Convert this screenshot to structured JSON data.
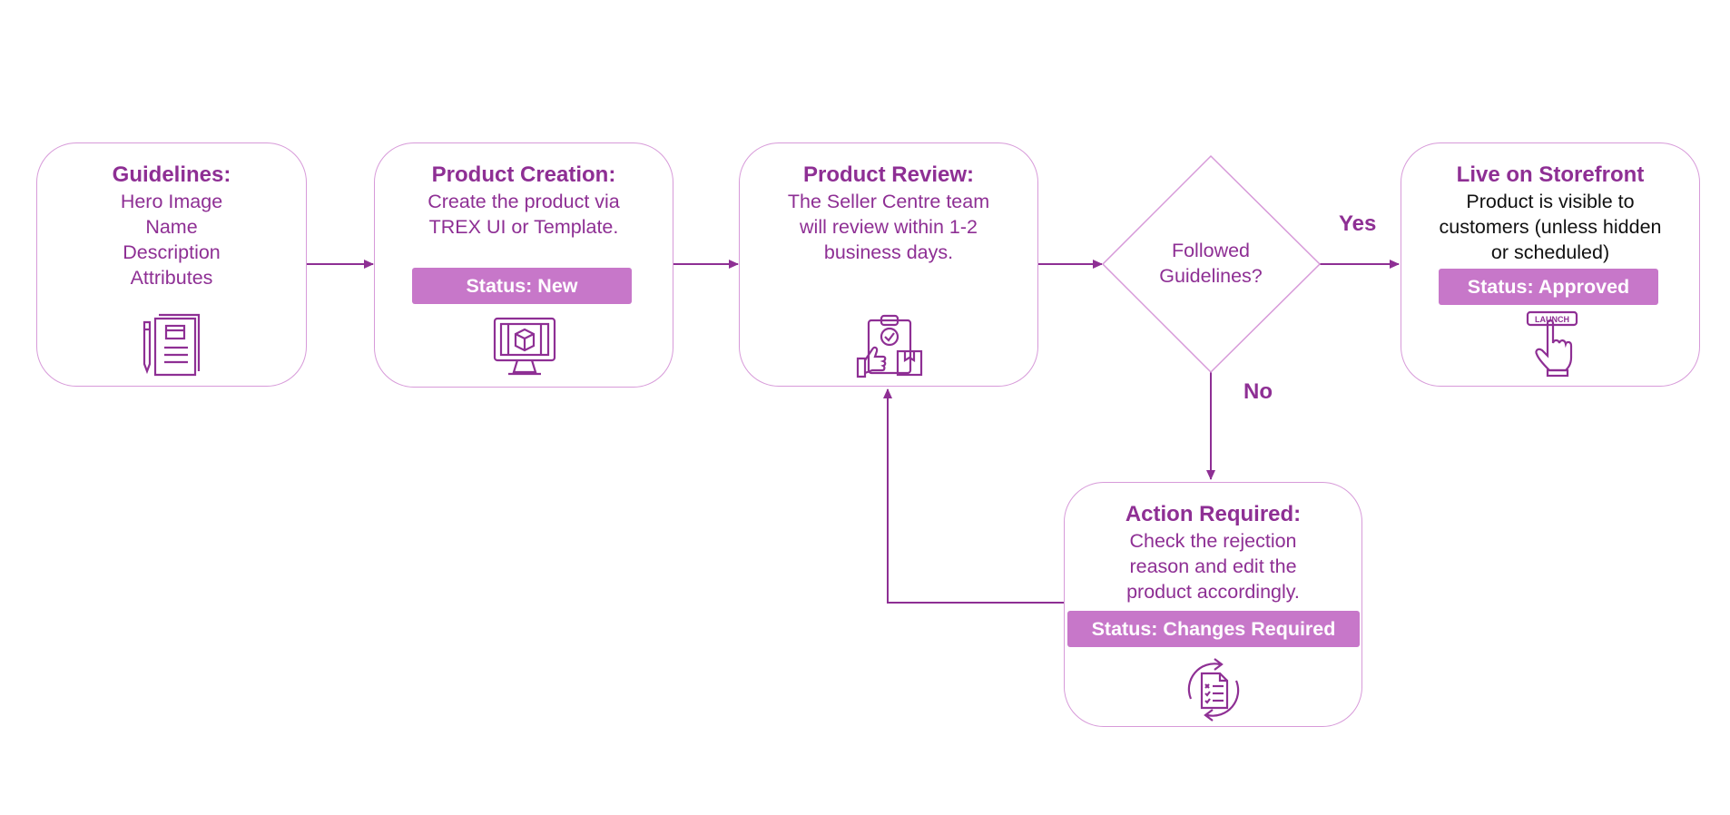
{
  "colors": {
    "accent": "#8E2F94",
    "border": "#D79AD9",
    "badge": "#C777C9",
    "text_dark": "#111111"
  },
  "guidelines": {
    "title": "Guidelines:",
    "items": [
      "Hero Image",
      "Name",
      "Description",
      "Attributes"
    ],
    "icon": "document-pen-icon"
  },
  "product_creation": {
    "title": "Product Creation:",
    "lines": [
      "Create the product via",
      "TREX UI or Template."
    ],
    "status": "Status: New",
    "icon": "monitor-box-icon"
  },
  "product_review": {
    "title": "Product Review:",
    "lines": [
      "The Seller Centre team",
      "will review within 1-2",
      "business days."
    ],
    "icon": "clipboard-thumbs-up-icon"
  },
  "decision": {
    "lines": [
      "Followed",
      "Guidelines?"
    ],
    "yes_label": "Yes",
    "no_label": "No"
  },
  "live": {
    "title": "Live on Storefront",
    "lines": [
      "Product is visible to",
      "customers (unless hidden",
      "or scheduled)"
    ],
    "status": "Status: Approved",
    "icon": "launch-button-hand-icon",
    "icon_text": "LAUNCH"
  },
  "action_required": {
    "title": "Action Required:",
    "lines": [
      "Check the rejection",
      "reason and edit the",
      "product accordingly."
    ],
    "status": "Status: Changes Required",
    "icon": "document-refresh-icon"
  }
}
